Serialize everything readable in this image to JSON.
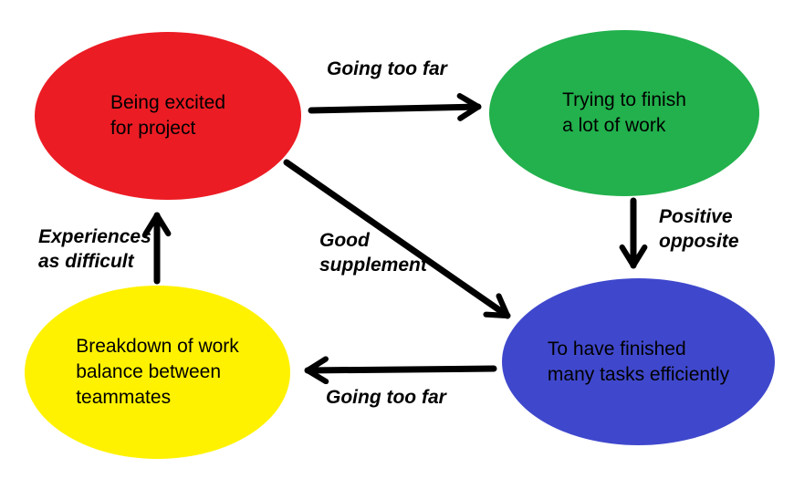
{
  "diagram": {
    "background": "#ffffff",
    "ink_color": "#000000",
    "nodes": [
      {
        "id": "being-excited",
        "color": "#ec1c24",
        "label": "Being excited for project",
        "lines": [
          "Being excited",
          "for project"
        ]
      },
      {
        "id": "trying-to-finish",
        "color": "#22b14c",
        "label": "Trying to finish a lot of work",
        "lines": [
          "Trying to finish",
          "a lot of work"
        ]
      },
      {
        "id": "finished-tasks",
        "color": "#3f48cc",
        "label": "To have finished many tasks efficiently",
        "lines": [
          "To have finished",
          "many tasks efficiently"
        ]
      },
      {
        "id": "breakdown",
        "color": "#fff200",
        "label": "Breakdown of work balance between teammates",
        "lines": [
          "Breakdown of work",
          "balance between",
          "teammates"
        ]
      }
    ],
    "edges": [
      {
        "id": "excited-to-trying",
        "from": "being-excited",
        "to": "trying-to-finish",
        "label": "Going too far",
        "lines": [
          "Going too far"
        ]
      },
      {
        "id": "trying-to-finished",
        "from": "trying-to-finish",
        "to": "finished-tasks",
        "label": "Positive opposite",
        "lines": [
          "Positive",
          "opposite"
        ]
      },
      {
        "id": "excited-to-finished",
        "from": "being-excited",
        "to": "finished-tasks",
        "label": "Good supplement",
        "lines": [
          "Good",
          "supplement"
        ]
      },
      {
        "id": "finished-to-breakdown",
        "from": "finished-tasks",
        "to": "breakdown",
        "label": "Going too far",
        "lines": [
          "Going too far"
        ]
      },
      {
        "id": "breakdown-to-excited",
        "from": "breakdown",
        "to": "being-excited",
        "label": "Experiences as difficult",
        "lines": [
          "Experiences",
          "as difficult"
        ]
      }
    ]
  }
}
